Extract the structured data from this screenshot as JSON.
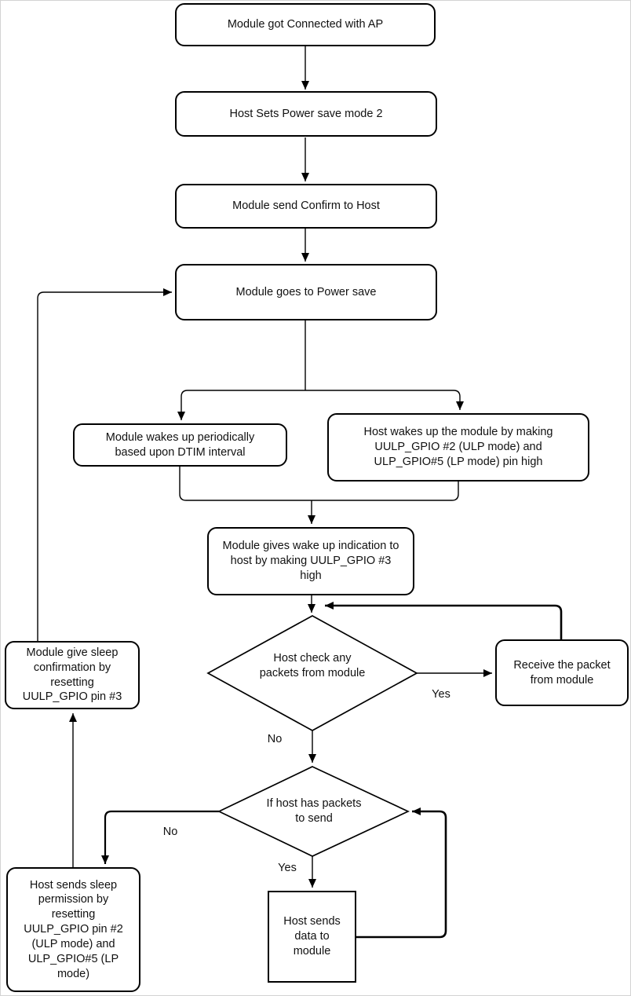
{
  "nodes": {
    "connected": "Module got Connected with AP",
    "set_mode": "Host Sets Power save mode 2",
    "confirm": "Module send Confirm to Host",
    "power_save": "Module goes to Power save",
    "dtim_wake": "Module wakes up periodically based upon DTIM interval",
    "host_wake": "Host wakes up the module by making UULP_GPIO #2 (ULP mode) and ULP_GPIO#5 (LP mode) pin high",
    "wake_indication": "Module gives wake up indication to host by making UULP_GPIO #3 high",
    "check_packets": "Host check any packets from module",
    "receive_packet": "Receive the packet from module",
    "has_packets": "If host has packets to send",
    "send_data": "Host sends data to module",
    "sleep_permission": "Host sends sleep permission by resetting UULP_GPIO pin #2 (ULP mode) and ULP_GPIO#5 (LP mode)",
    "sleep_confirmation": "Module give sleep confirmation by resetting UULP_GPIO pin #3"
  },
  "edge_labels": {
    "check_yes": "Yes",
    "check_no": "No",
    "has_yes": "Yes",
    "has_no": "No"
  },
  "colors": {
    "line": "#000000",
    "node_fill": "#ffffff",
    "node_border": "#000000",
    "text": "#111111",
    "frame": "#d3d3d3"
  }
}
